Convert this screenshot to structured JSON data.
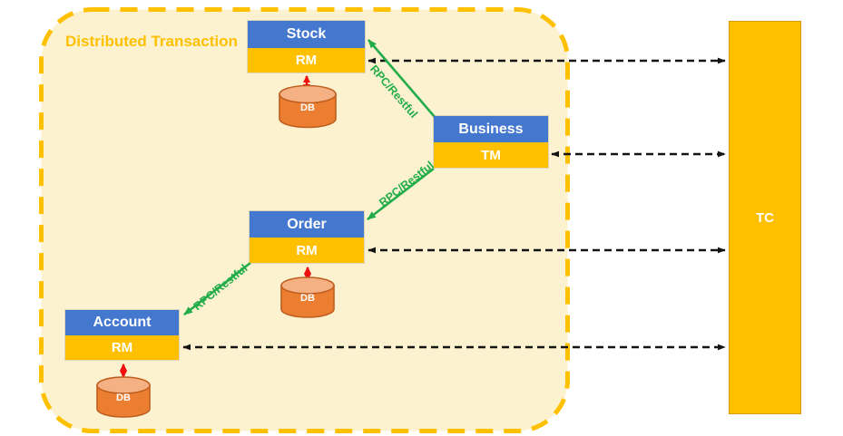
{
  "diagram": {
    "title": "Distributed Transaction",
    "coordinator": {
      "label": "TC"
    },
    "services": {
      "stock": {
        "name": "Stock",
        "role": "RM",
        "db": "DB"
      },
      "business": {
        "name": "Business",
        "role": "TM"
      },
      "order": {
        "name": "Order",
        "role": "RM",
        "db": "DB"
      },
      "account": {
        "name": "Account",
        "role": "RM",
        "db": "DB"
      }
    },
    "rpc_labels": [
      "RPC/Restful",
      "RPC/Restful",
      "RPC/Restful"
    ],
    "colors": {
      "blue": "#4477CE",
      "gold": "#FFC000",
      "panel-fill": "#FCF2CF",
      "panel-border": "#FFC000",
      "green": "#22AC4A",
      "red": "#F00F0F",
      "db-orange": "#EC7E32",
      "db-top": "#F5B183",
      "db-border": "#BF5E1E",
      "link-black": "#141414",
      "tc-border": "#D79B00"
    }
  }
}
